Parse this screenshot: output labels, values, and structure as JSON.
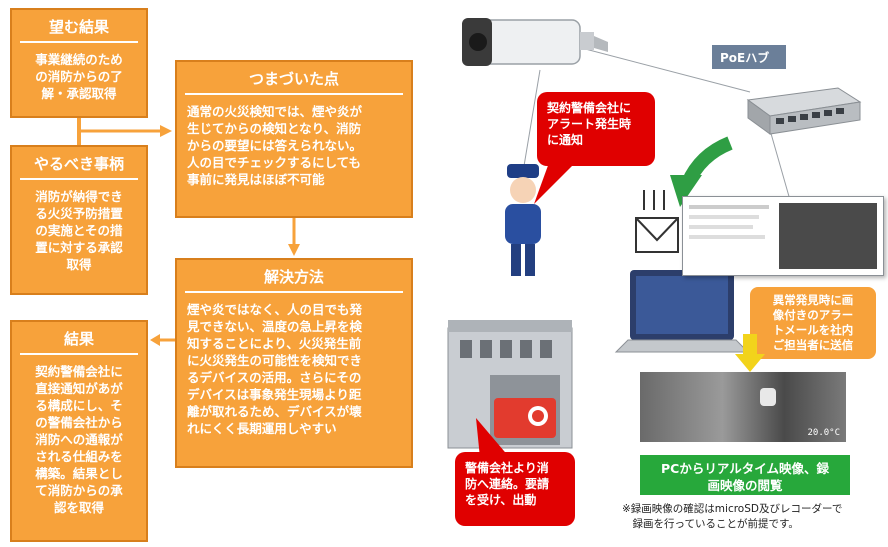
{
  "goal": {
    "title": "望む結果",
    "body": "事業継続のため\nの消防からの了\n解・承認取得"
  },
  "todo": {
    "title": "やるべき事柄",
    "body": "消防が納得でき\nる火災予防措置\nの実施とその措\n置に対する承認\n取得"
  },
  "result": {
    "title": "結果",
    "body": "契約警備会社に\n直接通知があが\nる構成にし、そ\nの警備会社から\n消防への通報が\nされる仕組みを\n構築。結果とし\nて消防からの承\n認を取得"
  },
  "problem": {
    "title": "つまづいた点",
    "body": "通常の火災検知では、煙や炎が\n生じてからの検知となり、消防\nからの要望には答えられない。\n人の目でチェックするにしても\n事前に発見はほぼ不可能"
  },
  "solution": {
    "title": "解決方法",
    "body": "煙や炎ではなく、人の目でも発\n見できない、温度の急上昇を検\n知することにより、火災発生前\nに火災発生の可能性を検知でき\nるデバイスの活用。さらにその\nデバイスは事象発生現場より距\n離が取れるため、デバイスが壊\nれにくく長期運用しやすい"
  },
  "diagram": {
    "poe_label": "PoEハブ",
    "callout_security": "契約警備会社に\nアラート発生時\nに通知",
    "callout_fire": "警備会社より消\n防へ連絡。要請\nを受け、出動",
    "callout_mail": "異常発見時に画\n像付きのアラー\nトメールを社内\nご担当者に送信",
    "pc_label": "PCからリアルタイム映像、録\n画映像の閲覧",
    "footnote": "※録画映像の確認はmicroSD及びレコーダーで\n　録画を行っていることが前提です。",
    "thermal_temp": "20.0°C"
  },
  "colors": {
    "box_fill": "#f7a23b",
    "callout_red": "#e00000",
    "note_green": "#27a83b",
    "poe_label": "#6b7f99"
  }
}
